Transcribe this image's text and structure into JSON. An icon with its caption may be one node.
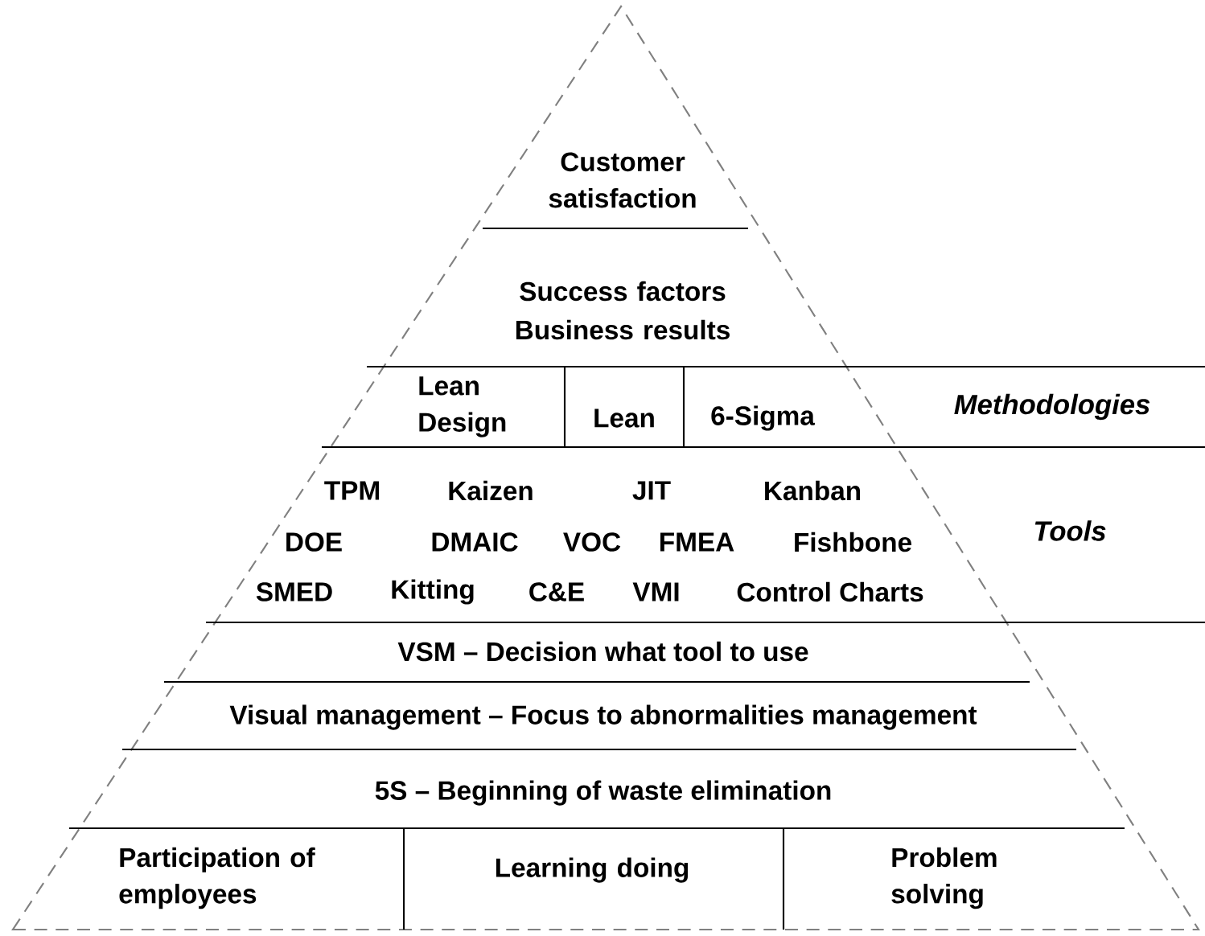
{
  "diagram": {
    "nodes": [
      {
        "text": [
          "Customer satisfaction"
        ]
      },
      {
        "text": [
          "Success factors",
          "Business results"
        ]
      },
      {
        "text": [
          "Lean Design"
        ]
      },
      {
        "text": [
          "Lean"
        ]
      },
      {
        "text": [
          "6-Sigma"
        ]
      },
      {
        "text": [
          "TPM",
          "Kaizen",
          "JIT",
          "Kanban",
          "DOE",
          "DMAIC",
          "VOC",
          "FMEA",
          "Fishbone",
          "SMED",
          "Kitting",
          "C&E",
          "VMI",
          "Control Charts"
        ]
      },
      {
        "text": [
          "VSM – Decision what tool to use"
        ]
      },
      {
        "text": [
          "Visual management – Focus to abnormalities management"
        ]
      },
      {
        "text": [
          "5S – Beginning of waste elimination"
        ]
      },
      {
        "text": [
          "Participation of employees"
        ]
      },
      {
        "text": [
          "Learning doing"
        ]
      },
      {
        "text": [
          "Problem solving"
        ]
      }
    ],
    "labels": [
      "Methodologies",
      "Tools"
    ]
  }
}
